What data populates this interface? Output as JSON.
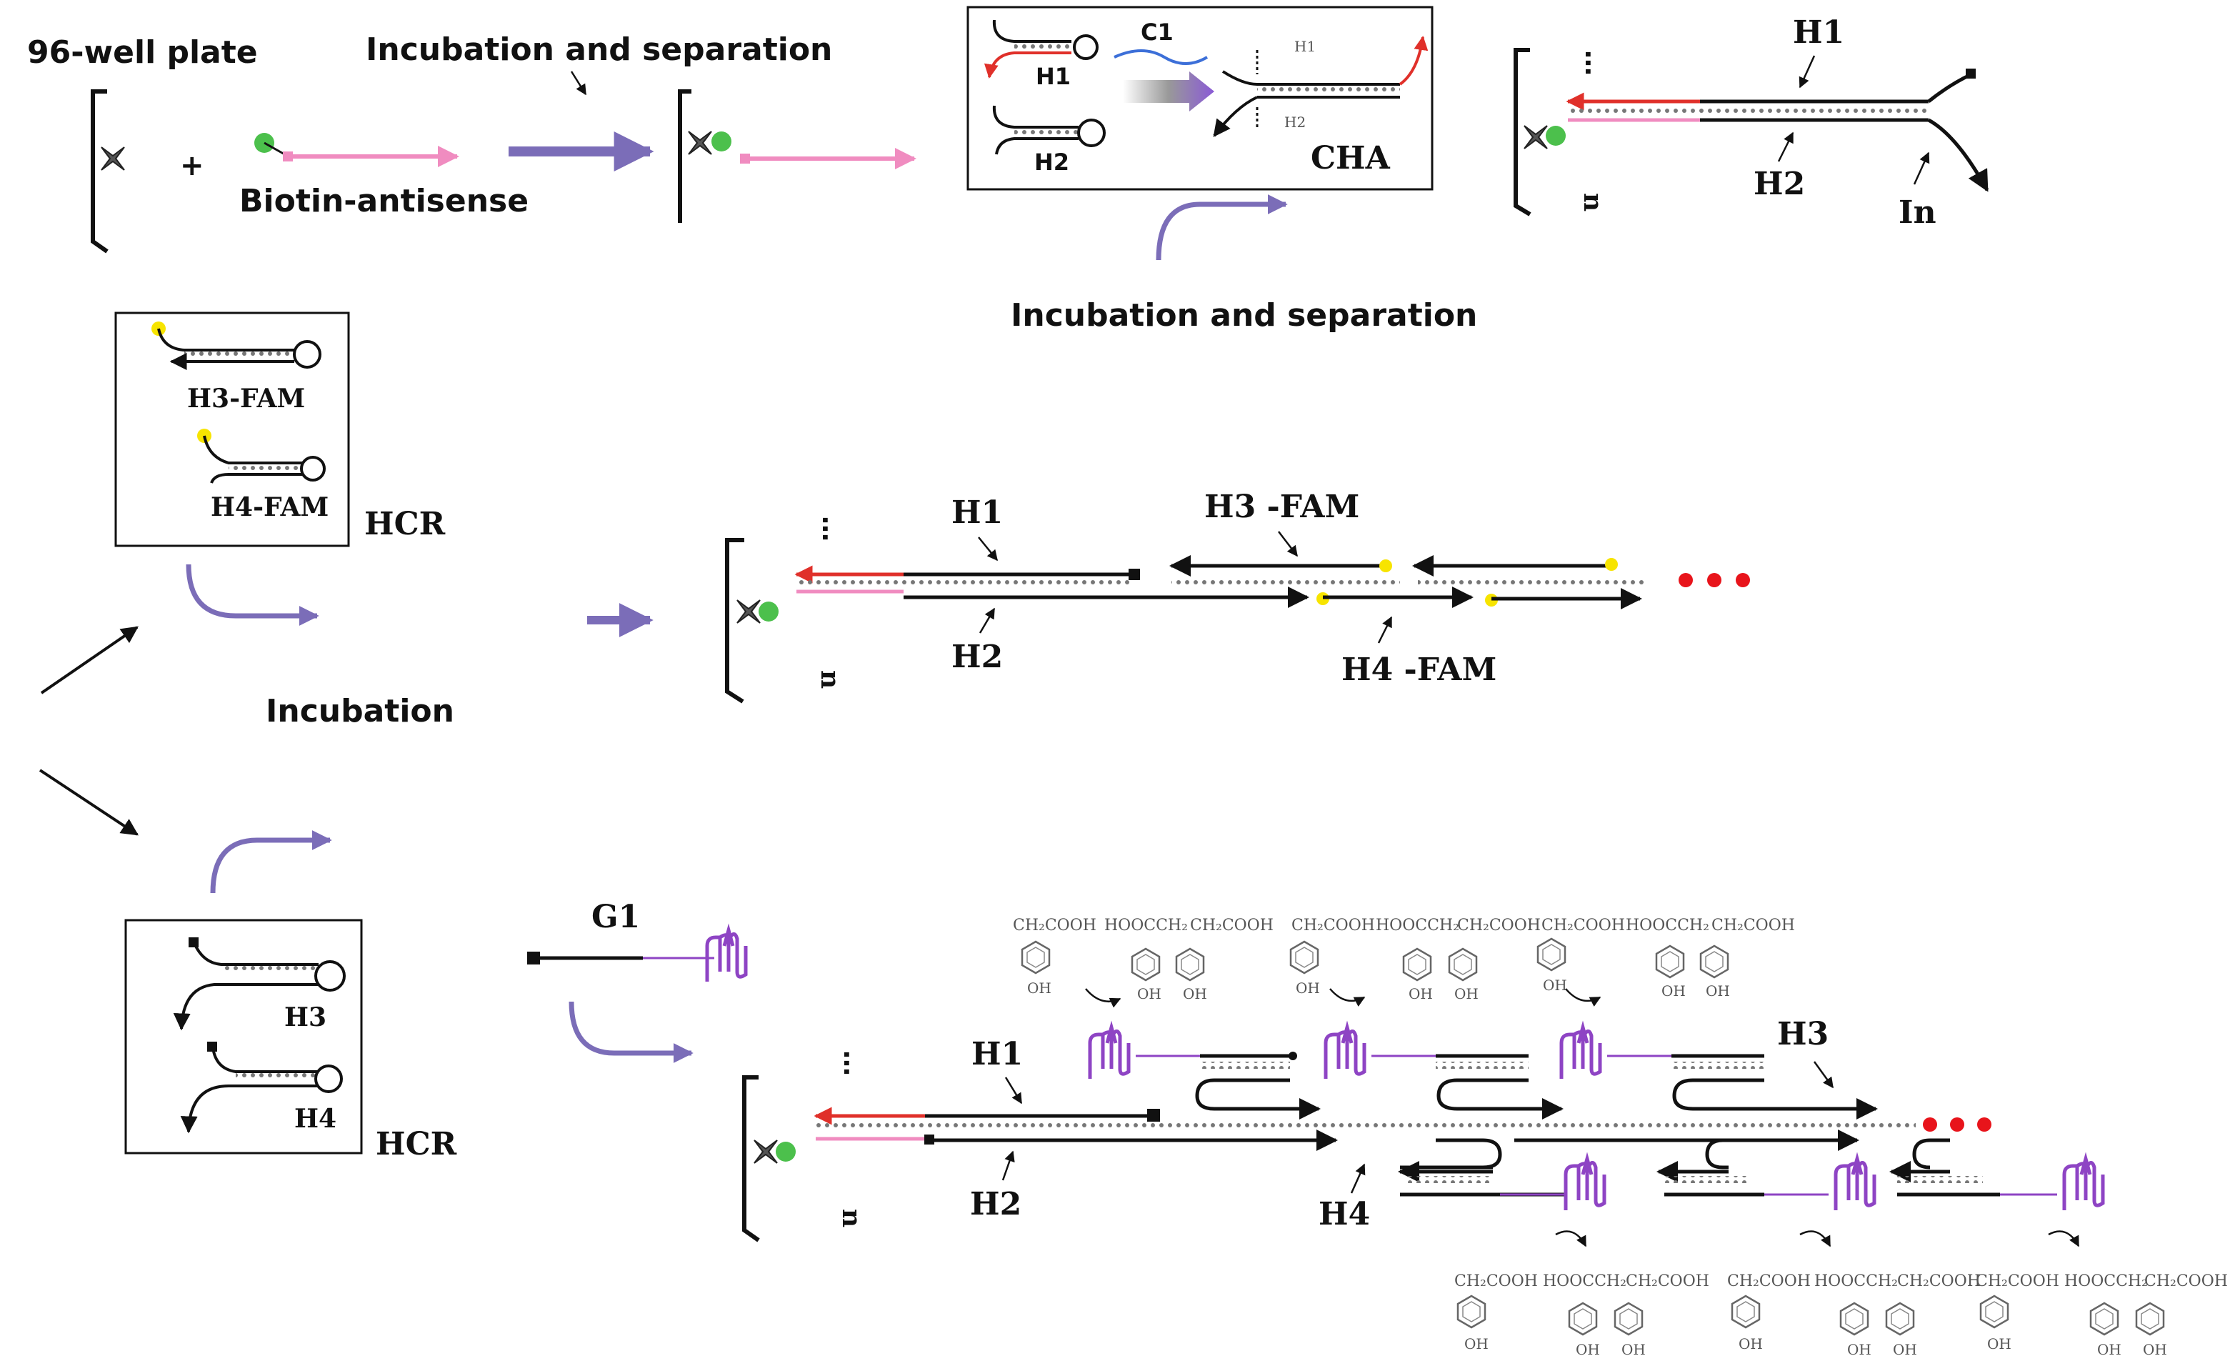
{
  "labels": {
    "plate": "96-well plate",
    "incubation_separation_top": "Incubation and separation",
    "biotin_antisense": "Biotin-antisense",
    "incubation_separation_mid": "Incubation and separation",
    "incubation": "Incubation",
    "hcr_top": "HCR",
    "hcr_bottom": "HCR",
    "cha": "CHA",
    "c1": "C1",
    "g1": "G1",
    "in": "In",
    "plus": "+",
    "h1": "H1",
    "h2": "H2",
    "h3": "H3",
    "h4": "H4",
    "h3_fam": "H3-FAM",
    "h4_fam": "H4-FAM",
    "h3_fam_spaced": "H3 -FAM",
    "h4_fam_spaced": "H4 -FAM",
    "n_label": "n",
    "dots": "…"
  },
  "chem": {
    "ch2cooh": "CH₂COOH",
    "hoocch2": "HOOCCH₂",
    "oh": "OH"
  },
  "colors": {
    "arrow": "#7b6db8",
    "strand": "#111111",
    "antisense": "#f08cc0",
    "red_strand": "#e0302a",
    "fam": "#f7e400",
    "gquad": "#8e44c4",
    "biotin": "#4cc04c",
    "red_dot": "#e8141b"
  },
  "icons": {
    "streptavidin": "streptavidin-icon",
    "biotin": "biotin-icon",
    "fam": "fam-dye-icon",
    "gquad": "g-quadruplex-icon",
    "phenol": "phenol-icon"
  }
}
